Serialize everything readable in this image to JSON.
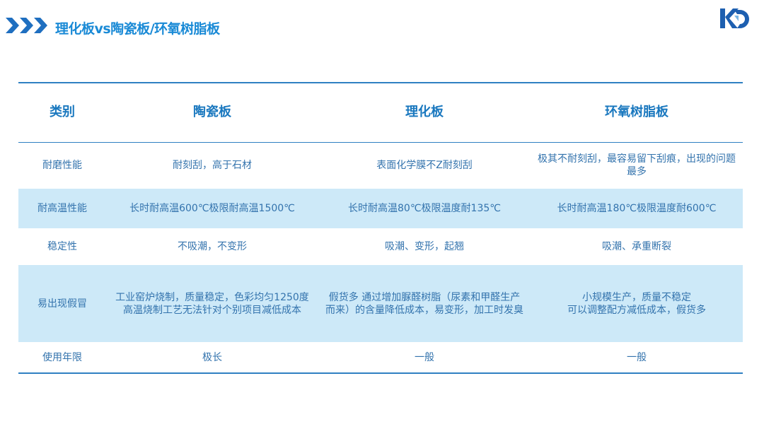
{
  "header": {
    "title": "理化板vs陶瓷板/环氧树脂板",
    "logo_text": "KD"
  },
  "table": {
    "columns": [
      "类别",
      "陶瓷板",
      "理化板",
      "环氧树脂板"
    ],
    "rows": [
      [
        "耐磨性能",
        "耐刻刮，高于石材",
        "表面化学膜不Z耐刻刮",
        "极其不耐刻刮，最容易留下刮痕，出现的问题最多"
      ],
      [
        "耐高温性能",
        "长时耐高温600℃极限耐高温1500℃",
        "长时耐高温80℃极限温度耐135℃",
        "长时耐高温180℃极限温度耐600℃"
      ],
      [
        "稳定性",
        "不吸潮，不变形",
        "吸潮、变形，起翘",
        "吸潮、承重断裂"
      ],
      [
        "易出现假冒",
        "工业窑炉烧制，质量稳定，色彩均匀1250度高温烧制工艺无法针对个别项目减低成本",
        "假货多 通过增加脲醛树脂（尿素和甲醛生产而来）的含量降低成本，易变形，加工时发臭",
        "小规模生产，质量不稳定\n可以调整配方减低成本，假货多"
      ],
      [
        "使用年限",
        "极长",
        "一般",
        "一般"
      ]
    ]
  },
  "colors": {
    "accent": "#1a8ad6",
    "row_alt": "#cde9f8",
    "text": "#3373ad"
  }
}
